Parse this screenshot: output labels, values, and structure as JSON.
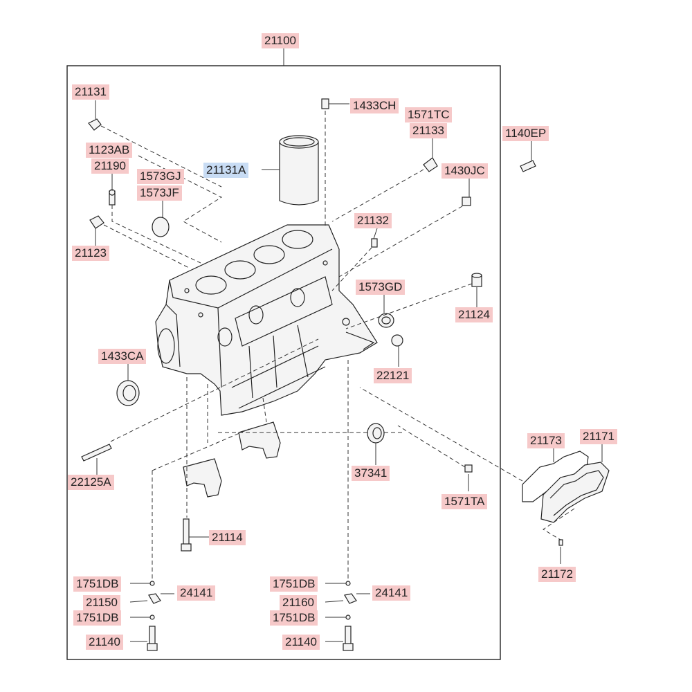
{
  "colors": {
    "label_bg": "#f6c9c9",
    "label_bg_highlight": "#c8dcf4",
    "ink": "#222222"
  },
  "labels": {
    "p21100": "21100",
    "p21131": "21131",
    "p1433CH": "1433CH",
    "p1571TC": "1571TC",
    "p21133": "21133",
    "p1140EP": "1140EP",
    "p1123AB": "1123AB",
    "p21190": "21190",
    "p21131A": "21131A",
    "p1573GJ": "1573GJ",
    "p1573JF": "1573JF",
    "p1430JC": "1430JC",
    "p21132": "21132",
    "p21123": "21123",
    "p1573GD": "1573GD",
    "p21124": "21124",
    "p1433CA": "1433CA",
    "p22121": "22121",
    "p22125A": "22125A",
    "p37341": "37341",
    "p21173": "21173",
    "p21171": "21171",
    "p1571TA": "1571TA",
    "p21114": "21114",
    "p21172": "21172",
    "p1751DB_l1": "1751DB",
    "p24141_l": "24141",
    "p21150": "21150",
    "p1751DB_l2": "1751DB",
    "p21140_l": "21140",
    "p1751DB_r1": "1751DB",
    "p24141_r": "24141",
    "p21160": "21160",
    "p1751DB_r2": "1751DB",
    "p21140_r": "21140"
  }
}
